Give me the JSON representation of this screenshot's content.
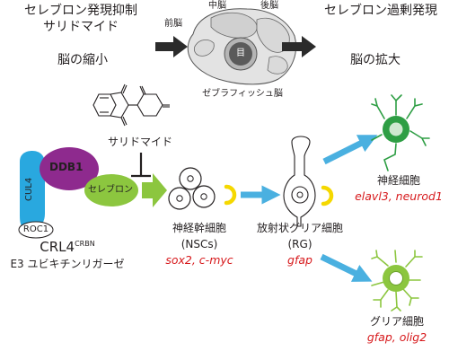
{
  "header": {
    "left_line1": "セレブロン発現抑制",
    "left_line2": "サリドマイド",
    "right": "セレブロン過剰発現"
  },
  "brain": {
    "forebrain": "前脳",
    "midbrain": "中脳",
    "hindbrain": "後脳",
    "eye": "目",
    "caption": "ゼブラフィッシュ脳",
    "left_effect": "脳の縮小",
    "right_effect": "脳の拡大"
  },
  "drug": {
    "label": "サリドマイド"
  },
  "complex": {
    "ddb1": "DDB1",
    "cul4": "CUL4",
    "cereblon": "セレブロン",
    "roc1": "ROC1",
    "name": "CRL4",
    "name_sup": "CRBN",
    "ligase": "E3 ユビキチンリガーゼ"
  },
  "cells": {
    "nsc_label": "神経幹細胞",
    "nsc_abbr": "(NSCs)",
    "nsc_genes": "sox2, c-myc",
    "rg_label": "放射状グリア細胞",
    "rg_abbr": "(RG)",
    "rg_genes": "gfap",
    "neuron_label": "神経細胞",
    "neuron_genes": "elavl3, neurod1",
    "glia_label": "グリア細胞",
    "glia_genes": "gfap, olig2"
  },
  "colors": {
    "ddb1": "#8e2a8e",
    "cul4": "#29a8df",
    "cereblon": "#8cc63f",
    "arrow_blue": "#4ab0e0",
    "arrow_green": "#8cc63f",
    "self_renewal": "#f5d800",
    "gene_text": "#d7191c",
    "neuron_green": "#2e9e44"
  }
}
